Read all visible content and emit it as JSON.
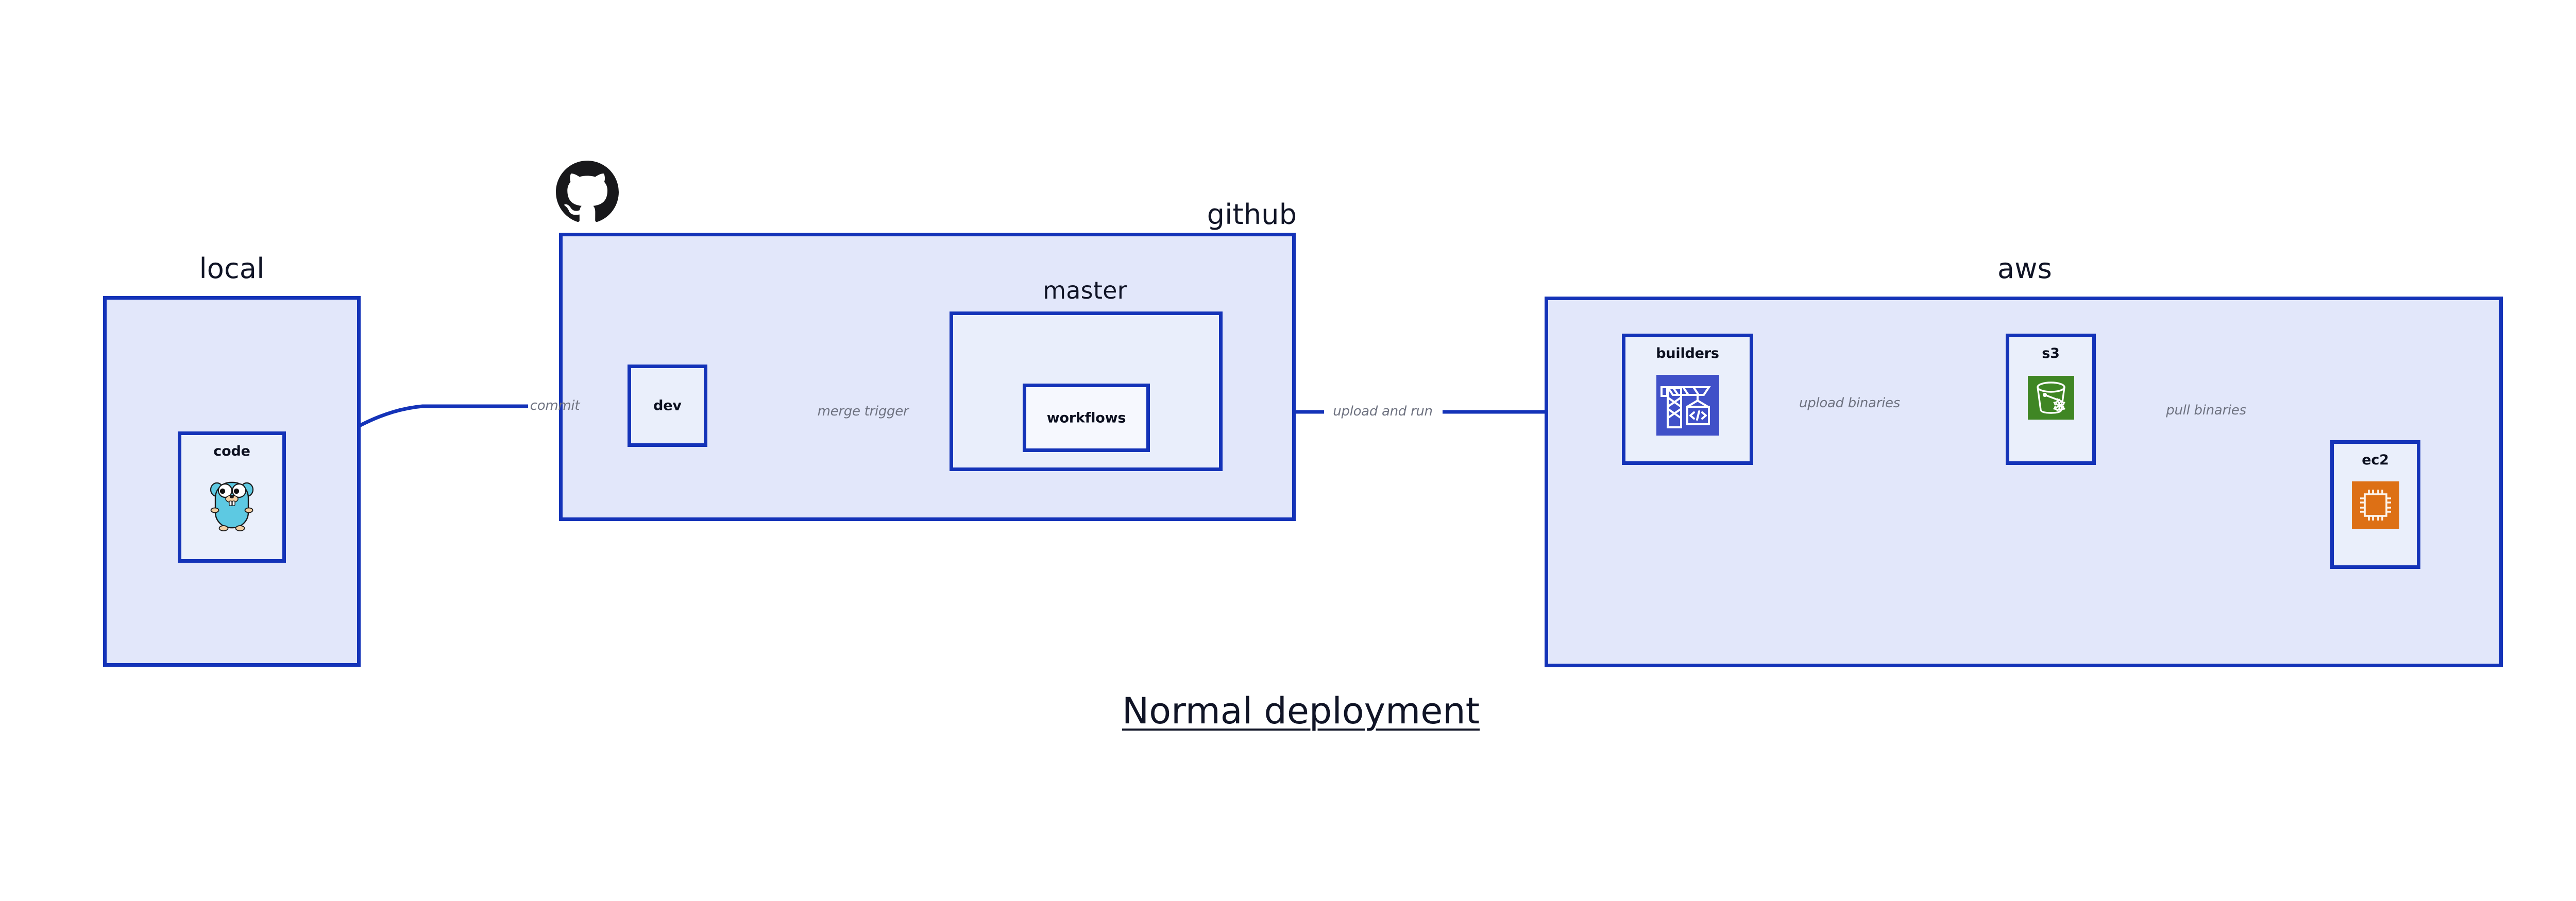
{
  "diagram": {
    "title": "Normal deployment",
    "accent_border": "#1433B8",
    "group_fill": "#E2E7FA",
    "inner_fill": "#E9EEFB",
    "node_fill": "#EAEFFB",
    "edge_label_color": "#6E7280",
    "text_color": "#101426"
  },
  "groups": {
    "local": {
      "label": "local"
    },
    "github": {
      "label": "github"
    },
    "master": {
      "label": "master"
    },
    "aws": {
      "label": "aws"
    }
  },
  "nodes": {
    "code": {
      "label": "code",
      "icon": "go-gopher-icon"
    },
    "dev": {
      "label": "dev",
      "icon": "none"
    },
    "workflows": {
      "label": "workflows",
      "icon": "none"
    },
    "builders": {
      "label": "builders",
      "icon": "aws-codebuild-crane-icon",
      "icon_color": "#4050C8"
    },
    "s3": {
      "label": "s3",
      "icon": "aws-s3-glacier-bucket-icon",
      "icon_color": "#3F8624"
    },
    "ec2": {
      "label": "ec2",
      "icon": "aws-ec2-chip-icon",
      "icon_color": "#DD7015"
    }
  },
  "logos": {
    "github_octocat": "github-octocat-icon"
  },
  "edges": [
    {
      "id": "commit",
      "label": "commit",
      "from": "code",
      "to": "dev"
    },
    {
      "id": "merge-trigger",
      "label": "merge trigger",
      "from": "dev",
      "to": "workflows"
    },
    {
      "id": "upload-and-run",
      "label": "upload and run",
      "from": "workflows",
      "to": "builders"
    },
    {
      "id": "upload-binaries",
      "label": "upload binaries",
      "from": "builders",
      "to": "s3"
    },
    {
      "id": "pull-binaries",
      "label": "pull binaries",
      "from": "s3",
      "to": "ec2"
    }
  ]
}
